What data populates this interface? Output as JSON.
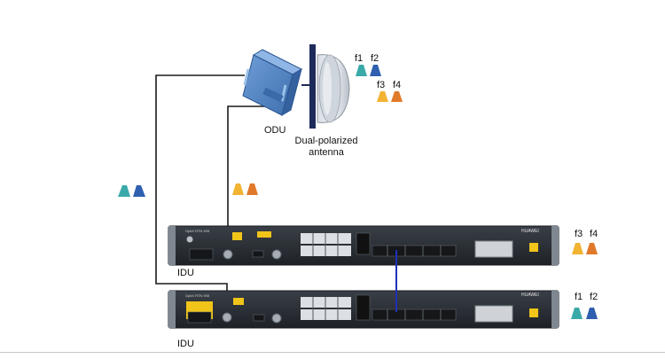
{
  "labels": {
    "odu": "ODU",
    "antenna_line1": "Dual-polarized",
    "antenna_line2": "antenna",
    "idu_top": "IDU",
    "idu_bottom": "IDU"
  },
  "frequencies": {
    "f1": "f1",
    "f2": "f2",
    "f3": "f3",
    "f4": "f4"
  },
  "devices": {
    "vendor_logo": "HUAWEI",
    "model_text": "OptiX RTN 905"
  },
  "colors": {
    "f1": "#3aa9a9",
    "f2": "#2e5fb0",
    "f3": "#f2b332",
    "f4": "#e07a2a",
    "cable": "#1a1a1a",
    "link": "#1f2fb8",
    "chassis": "#2b2f36",
    "odu": "#4a7cc0"
  },
  "icons": [
    "frequency-trapezoid-icon",
    "odu-unit-icon",
    "dish-antenna-icon",
    "rack-chassis-icon"
  ]
}
